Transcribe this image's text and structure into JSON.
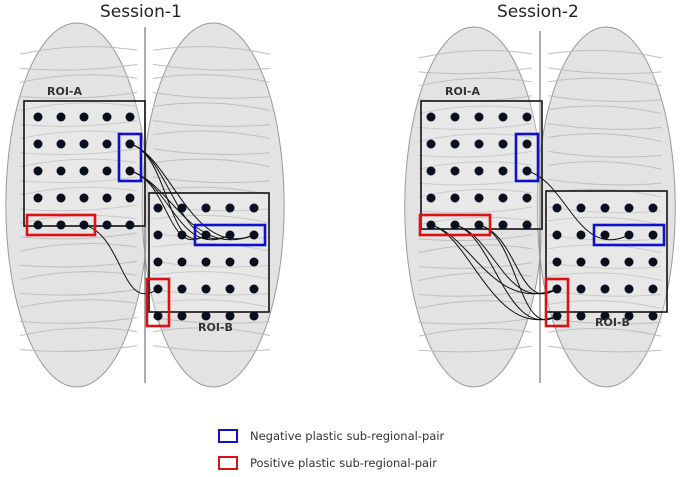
{
  "sessions": [
    {
      "title": "Session-1",
      "roi_a_label": "ROI-A",
      "roi_b_label": "ROI-B",
      "negative_pairs": [
        {
          "region": "ROI-A",
          "rows": [
            1,
            2
          ],
          "cols": [
            4,
            4
          ]
        },
        {
          "region": "ROI-B",
          "rows": [
            1,
            1
          ],
          "cols": [
            2,
            4
          ]
        }
      ],
      "positive_pairs": [
        {
          "region": "ROI-A",
          "rows": [
            4,
            4
          ],
          "cols": [
            0,
            2
          ]
        },
        {
          "region": "ROI-B",
          "rows": [
            3,
            4
          ],
          "cols": [
            0,
            0
          ]
        }
      ],
      "connections": [
        {
          "from": "ROI-A r1c4",
          "to": "ROI-B r1c2"
        },
        {
          "from": "ROI-A r1c4",
          "to": "ROI-B r1c3"
        },
        {
          "from": "ROI-A r1c4",
          "to": "ROI-B r1c4"
        },
        {
          "from": "ROI-A r2c4",
          "to": "ROI-B r1c2"
        },
        {
          "from": "ROI-A r2c4",
          "to": "ROI-B r1c3"
        },
        {
          "from": "ROI-A r2c4",
          "to": "ROI-B r1c4"
        },
        {
          "from": "ROI-A r4c2",
          "to": "ROI-B r3c0"
        }
      ]
    },
    {
      "title": "Session-2",
      "roi_a_label": "ROI-A",
      "roi_b_label": "ROI-B",
      "negative_pairs": [
        {
          "region": "ROI-A",
          "rows": [
            1,
            2
          ],
          "cols": [
            4,
            4
          ]
        },
        {
          "region": "ROI-B",
          "rows": [
            1,
            1
          ],
          "cols": [
            2,
            4
          ]
        }
      ],
      "positive_pairs": [
        {
          "region": "ROI-A",
          "rows": [
            4,
            4
          ],
          "cols": [
            0,
            2
          ]
        },
        {
          "region": "ROI-B",
          "rows": [
            3,
            4
          ],
          "cols": [
            0,
            0
          ]
        }
      ],
      "connections": [
        {
          "from": "ROI-A r2c4",
          "to": "ROI-B r1c3"
        },
        {
          "from": "ROI-A r4c0",
          "to": "ROI-B r3c0"
        },
        {
          "from": "ROI-A r4c0",
          "to": "ROI-B r4c0"
        },
        {
          "from": "ROI-A r4c1",
          "to": "ROI-B r3c0"
        },
        {
          "from": "ROI-A r4c1",
          "to": "ROI-B r4c0"
        },
        {
          "from": "ROI-A r4c2",
          "to": "ROI-B r3c0"
        },
        {
          "from": "ROI-A r4c2",
          "to": "ROI-B r4c0"
        }
      ]
    }
  ],
  "legend": {
    "negative_label": "Negative plastic sub-regional-pair",
    "positive_label": "Positive plastic sub-regional-pair",
    "negative_color": "#1010cc",
    "positive_color": "#dd1111"
  },
  "colors": {
    "node": "#0a0f1e",
    "line": "#111111",
    "brain": "#d9d9d9",
    "brain_edge": "#9a9a9a"
  }
}
